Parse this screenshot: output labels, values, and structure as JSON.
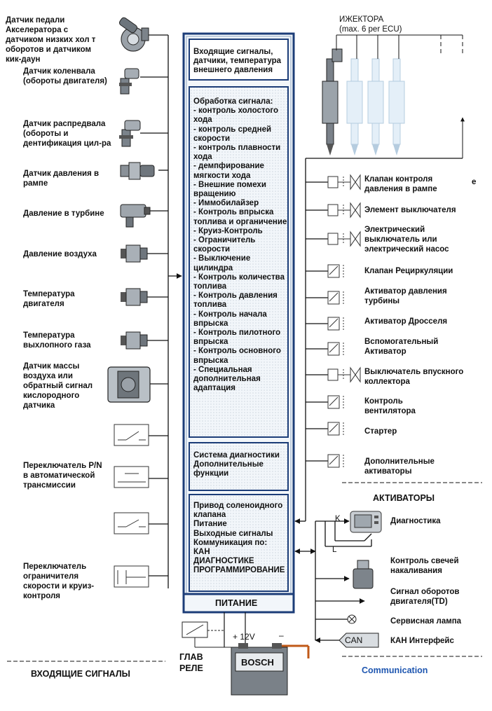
{
  "inputs": {
    "section_title": "ВХОДЯЩИЕ СИГНАЛЫ",
    "items": [
      "Датчик педали\nАкселератора с\nдатчиком низких хол т\nоборотов и датчиком\nкик-даун",
      "Датчик коленвала\n(обороты двигателя)",
      "Датчик распредвала\n(обороты и\nдентификация цил-ра",
      "Датчик давления в\nрампе",
      "Давление в турбине",
      "Давление воздуха",
      "Температура\nдвигателя",
      "Температура\nвыхлопного газа",
      "Датчик массы\nвоздуха или\nобратный сигнал\nкислородного\nдатчика",
      "Переключатель P/N\nв автоматической\nтрансмиссии",
      "Переключатель\nограничителя\nскорости и круиз-\nконтроля"
    ]
  },
  "ecu": {
    "block1": "Входящие сигналы,\nдатчики, температура\nвнешнего давления",
    "block2": "Обработка сигнала:\n- контроль холостого\nхода\n- контроль средней\nскорости\n- контроль плавности\nхода\n- демпфирование\nмягкости хода\n- Внешние помехи\nвращению\n- Иммобилайзер\n- Контроль впрыска\nтоплива и органичение\n- Круиз-Контроль\n- Ограничитель\nскорости\n- Выключение\nцилиндра\n- Контроль количества\nтоплива\n- Контроль давления\nтоплива\n- Контроль начала\nвпрыска\n- Контроль пилотного\nвпрыска\n- Контроль основного\nвпрыска\n- Специальная\nдополнительная\nадаптация",
    "block3": "Система диагностики\nДополнительные\nфункции",
    "block4": "Привод соленоидного\nклапана\nПитание\nВыходные сигналы\nКоммуникация по:\nКАН\nДИАГНОСТИКЕ\nПРОГРАММИРОВАНИЕ",
    "power": "ПИТАНИЕ"
  },
  "injectors": {
    "title": "ИЖЕКТОРА\n(max. 6 per ECU)"
  },
  "actuators": {
    "section_title": "АКТИВАТОРЫ",
    "stray_mark": "е",
    "items": [
      "Клапан контроля\nдавления в рампе",
      "Элемент выключателя",
      "Электрический\nвыключатель или\nэлектрический насос",
      "Клапан Рециркуляции",
      "Активатор давления\nтурбины",
      "Активатор Дросселя",
      "Вспомогательный\nАктиватор",
      "Выключатель впускного\nколлектора",
      "Контроль\nвентилятора",
      "Стартер",
      "Дополнительные\nактиваторы"
    ]
  },
  "communication": {
    "section_title": "Communication",
    "items": [
      "Диагностика",
      "Контроль свечей\nнакаливания",
      "Сигнал оборотов\nдвигателя(TD)",
      "Сервисная лампа",
      "КАН Интерфейс"
    ],
    "k_label": "K",
    "l_label": "L",
    "can_label": "CAN"
  },
  "power": {
    "relay_label": "ГЛАВ\nРЕЛЕ",
    "plus_label": "+ 12V",
    "minus_label": "–",
    "battery_brand": "BOSCH"
  },
  "colors": {
    "ecu_border": "#1c3d78",
    "ecu_fill": "#f2f6fa",
    "injector_blue": "#cfe3f3",
    "communication_title": "#1e56b0"
  }
}
